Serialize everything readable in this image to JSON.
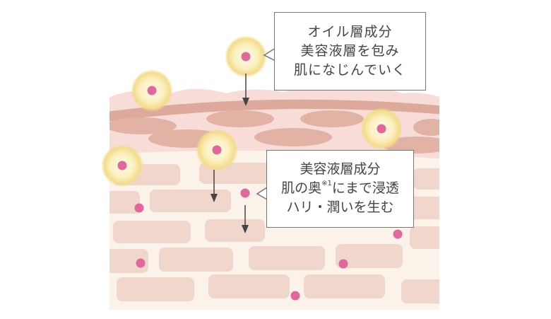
{
  "callout_oil": {
    "lines": [
      "オイル層成分",
      "美容液層を包み",
      "肌になじんでいく"
    ]
  },
  "callout_serum": {
    "line1": "美容液層成分",
    "line2_pre": "肌の奥",
    "line2_note": "※1",
    "line2_post": "にまで浸透",
    "line3": "ハリ・潤いを生む"
  },
  "colors": {
    "surface": "#f7dcd8",
    "band": "#dca99a",
    "oval": "#e2b2a5",
    "dermis": "#fbf2ea",
    "cell": "#f1d6cc",
    "dot": "#e2679c",
    "glow": "#f5e29a"
  }
}
